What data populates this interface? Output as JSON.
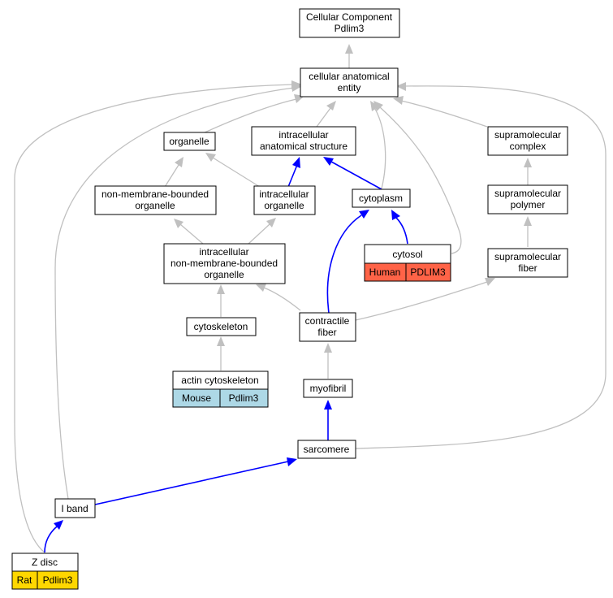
{
  "colors": {
    "edge_default": "#c0c0c0",
    "edge_highlight": "#0000ff",
    "human": "#ff6347",
    "mouse": "#add8e6",
    "rat": "#ffd700"
  },
  "nodes": {
    "root": {
      "line1": "Cellular Component",
      "line2": "Pdlim3"
    },
    "cellular_anatomical_entity": {
      "line1": "cellular anatomical",
      "line2": "entity"
    },
    "organelle": {
      "line1": "organelle"
    },
    "intracellular_anatomical_structure": {
      "line1": "intracellular",
      "line2": "anatomical structure"
    },
    "supramolecular_complex": {
      "line1": "supramolecular",
      "line2": "complex"
    },
    "non_membrane_bounded_organelle": {
      "line1": "non-membrane-bounded",
      "line2": "organelle"
    },
    "intracellular_organelle": {
      "line1": "intracellular",
      "line2": "organelle"
    },
    "cytoplasm": {
      "line1": "cytoplasm"
    },
    "supramolecular_polymer": {
      "line1": "supramolecular",
      "line2": "polymer"
    },
    "cytosol": {
      "line1": "cytosol",
      "species": "Human",
      "gene": "PDLIM3",
      "color": "#ff6347"
    },
    "intracellular_nmbo": {
      "line1": "intracellular",
      "line2": "non-membrane-bounded",
      "line3": "organelle"
    },
    "supramolecular_fiber": {
      "line1": "supramolecular",
      "line2": "fiber"
    },
    "cytoskeleton": {
      "line1": "cytoskeleton"
    },
    "contractile_fiber": {
      "line1": "contractile",
      "line2": "fiber"
    },
    "actin_cytoskeleton": {
      "line1": "actin cytoskeleton",
      "species": "Mouse",
      "gene": "Pdlim3",
      "color": "#add8e6"
    },
    "myofibril": {
      "line1": "myofibril"
    },
    "sarcomere": {
      "line1": "sarcomere"
    },
    "i_band": {
      "line1": "I band"
    },
    "z_disc": {
      "line1": "Z disc",
      "species": "Rat",
      "gene": "Pdlim3",
      "color": "#ffd700"
    }
  },
  "edges": [
    {
      "from": "cellular_anatomical_entity",
      "to": "root",
      "style": "grey"
    },
    {
      "from": "organelle",
      "to": "cellular_anatomical_entity",
      "style": "grey"
    },
    {
      "from": "intracellular_anatomical_structure",
      "to": "cellular_anatomical_entity",
      "style": "grey"
    },
    {
      "from": "supramolecular_complex",
      "to": "cellular_anatomical_entity",
      "style": "grey"
    },
    {
      "from": "cytoplasm",
      "to": "cellular_anatomical_entity",
      "style": "grey"
    },
    {
      "from": "cytosol",
      "to": "cellular_anatomical_entity",
      "style": "grey"
    },
    {
      "from": "i_band",
      "to": "cellular_anatomical_entity",
      "style": "grey"
    },
    {
      "from": "z_disc",
      "to": "cellular_anatomical_entity",
      "style": "grey"
    },
    {
      "from": "sarcomere",
      "to": "cellular_anatomical_entity",
      "style": "grey"
    },
    {
      "from": "non_membrane_bounded_organelle",
      "to": "organelle",
      "style": "grey"
    },
    {
      "from": "intracellular_organelle",
      "to": "organelle",
      "style": "grey"
    },
    {
      "from": "intracellular_organelle",
      "to": "intracellular_anatomical_structure",
      "style": "blue"
    },
    {
      "from": "cytoplasm",
      "to": "intracellular_anatomical_structure",
      "style": "blue"
    },
    {
      "from": "supramolecular_polymer",
      "to": "supramolecular_complex",
      "style": "grey"
    },
    {
      "from": "intracellular_nmbo",
      "to": "non_membrane_bounded_organelle",
      "style": "grey"
    },
    {
      "from": "intracellular_nmbo",
      "to": "intracellular_organelle",
      "style": "grey"
    },
    {
      "from": "cytosol",
      "to": "cytoplasm",
      "style": "blue"
    },
    {
      "from": "contractile_fiber",
      "to": "cytoplasm",
      "style": "blue"
    },
    {
      "from": "supramolecular_fiber",
      "to": "supramolecular_polymer",
      "style": "grey"
    },
    {
      "from": "cytoskeleton",
      "to": "intracellular_nmbo",
      "style": "grey"
    },
    {
      "from": "contractile_fiber",
      "to": "intracellular_nmbo",
      "style": "grey"
    },
    {
      "from": "contractile_fiber",
      "to": "supramolecular_fiber",
      "style": "grey"
    },
    {
      "from": "actin_cytoskeleton",
      "to": "cytoskeleton",
      "style": "grey"
    },
    {
      "from": "myofibril",
      "to": "contractile_fiber",
      "style": "grey"
    },
    {
      "from": "sarcomere",
      "to": "myofibril",
      "style": "blue"
    },
    {
      "from": "i_band",
      "to": "sarcomere",
      "style": "blue"
    },
    {
      "from": "z_disc",
      "to": "i_band",
      "style": "blue"
    }
  ]
}
